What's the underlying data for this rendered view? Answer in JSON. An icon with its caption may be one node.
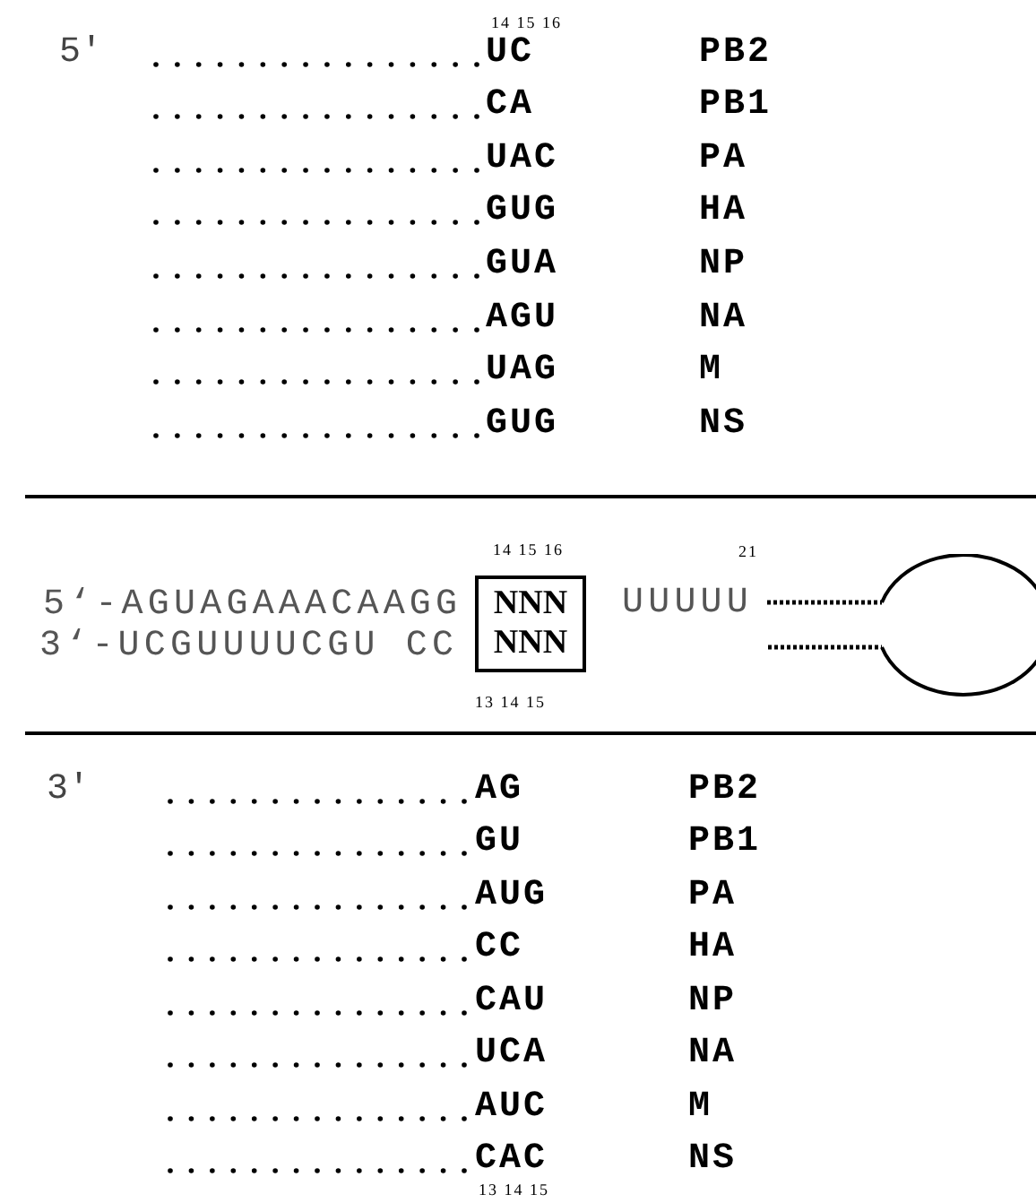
{
  "diagram": {
    "nodes": [
      {
        "text": [
          "NNN",
          "NNN"
        ]
      }
    ],
    "labels": [
      "14 15 16",
      "5′",
      "UC",
      "PB2",
      "CA",
      "PB1",
      "UAC",
      "PA",
      "GUG",
      "HA",
      "GUA",
      "NP",
      "AGU",
      "NA",
      "UAG",
      "M",
      "GUG",
      "NS",
      "14 15 16",
      "21",
      "5‘-AGUAGAAACAAGG",
      "UUUUU",
      "3‘-UCGUUUUCGU CC",
      "13 14 15",
      "3′",
      "AG",
      "PB2",
      "GU",
      "PB1",
      "AUG",
      "PA",
      "CC",
      "HA",
      "CAU",
      "NP",
      "UCA",
      "NA",
      "AUC",
      "M",
      "CAC",
      "NS",
      "13 14 15"
    ]
  }
}
